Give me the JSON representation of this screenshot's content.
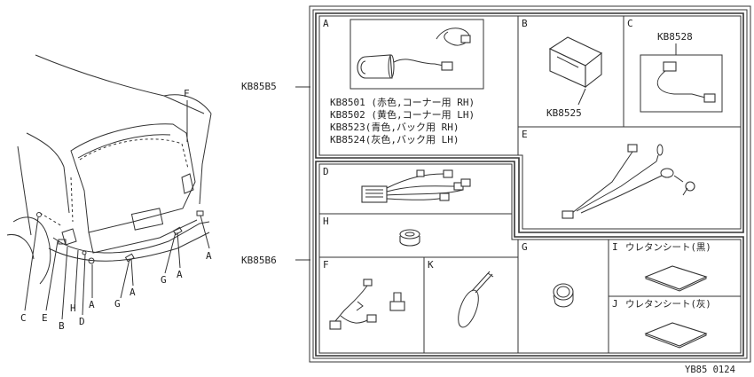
{
  "vehicle": {
    "callouts": {
      "A1": "A",
      "A2": "A",
      "A3": "A",
      "B": "B",
      "C": "C",
      "D": "D",
      "E": "E",
      "F": "F",
      "G1": "G",
      "G2": "G",
      "H": "H"
    }
  },
  "kits": {
    "kb85b5": "KB85B5",
    "kb85b6": "KB85B6"
  },
  "cells": {
    "A": {
      "letter": "A",
      "lines": [
        "KB8501 (赤色,コーナー用 RH)",
        "KB8502 (黄色,コーナー用 LH)",
        "KB8523(青色,バック用 RH)",
        "KB8524(灰色,バック用 LH)"
      ]
    },
    "B": {
      "letter": "B",
      "part": "KB8525"
    },
    "C": {
      "letter": "C",
      "part": "KB8528"
    },
    "D": {
      "letter": "D"
    },
    "E": {
      "letter": "E"
    },
    "F": {
      "letter": "F"
    },
    "G": {
      "letter": "G"
    },
    "H": {
      "letter": "H"
    },
    "I": {
      "letter": "I",
      "text": "ウレタンシート(黒)"
    },
    "J": {
      "letter": "J",
      "text": "ウレタンシート(灰)"
    },
    "K": {
      "letter": "K"
    }
  },
  "footer": {
    "code": "YB85 0124"
  },
  "colors": {
    "ink": "#333333",
    "background": "#ffffff"
  }
}
